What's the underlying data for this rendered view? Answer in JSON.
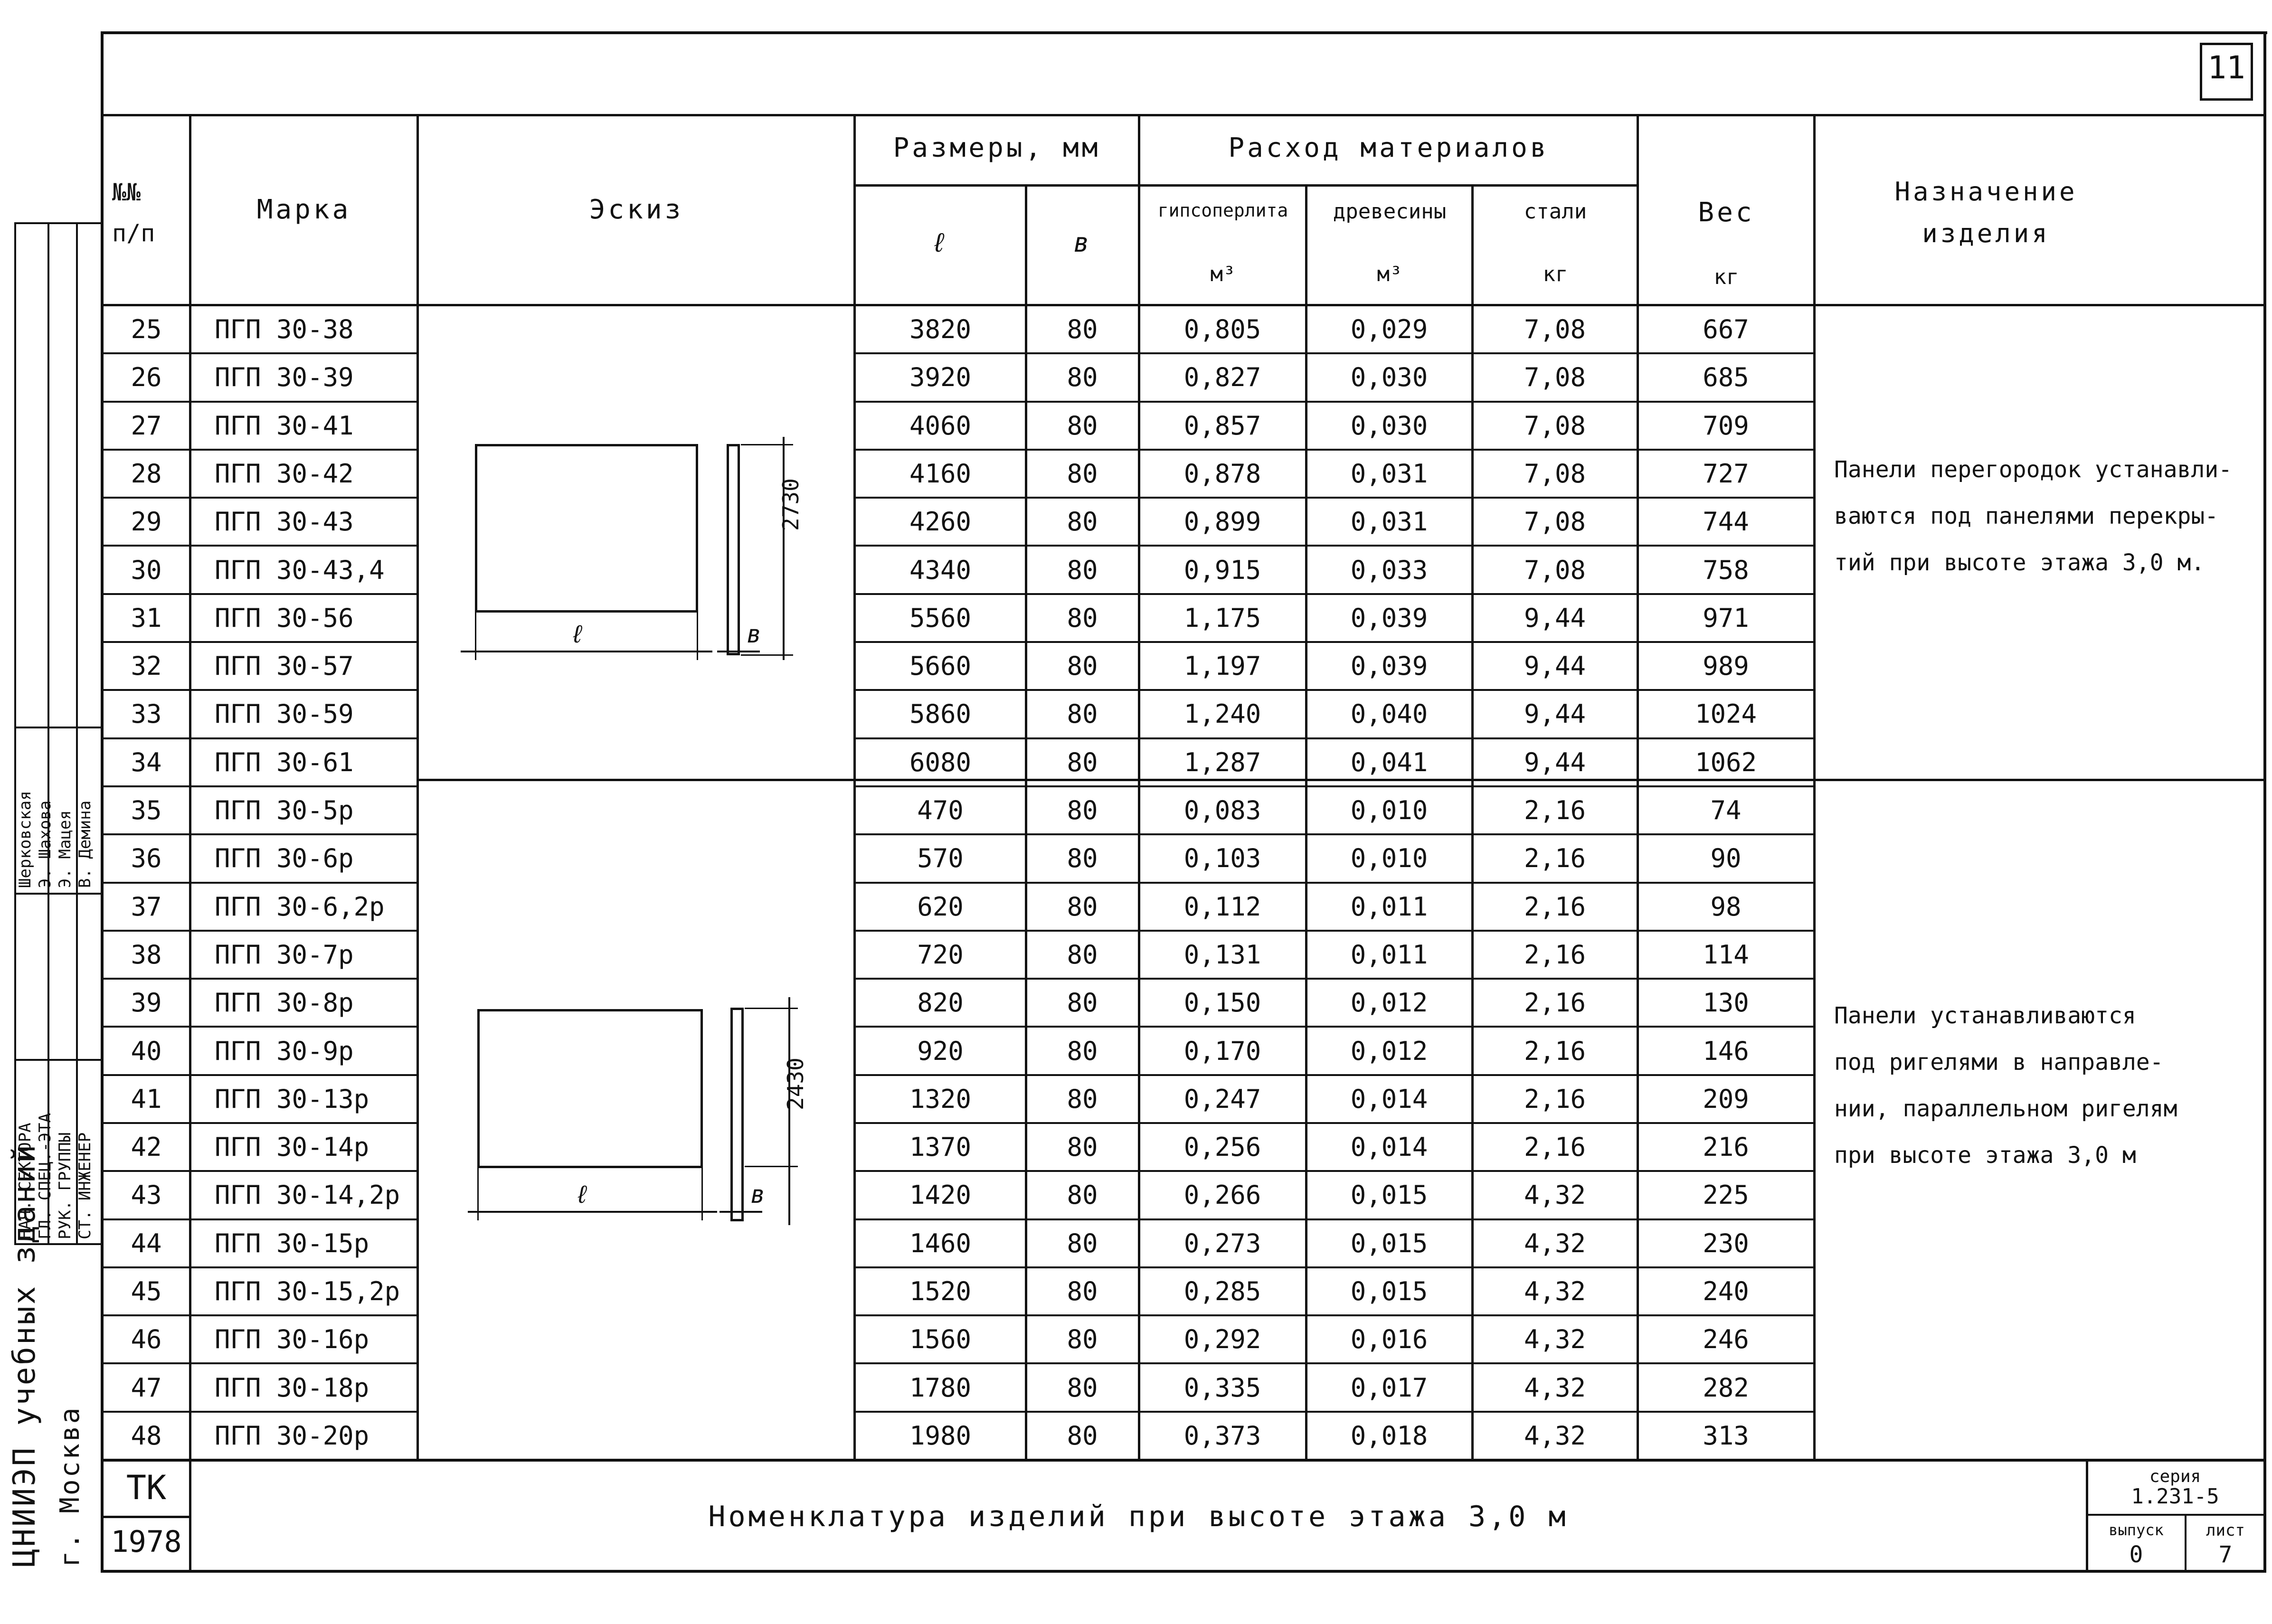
{
  "sheet": {
    "page_number": "11",
    "caption": "Номенклатура изделий при высоте этажа 3,0 м",
    "code": "ТК",
    "year": "1978",
    "series_label": "серия",
    "series_value": "1.231-5",
    "issue_label": "выпуск",
    "issue_value": "0",
    "sheet_label": "лист",
    "sheet_value": "7",
    "org": "ЦНИИЭП учебных зданий",
    "city": "г. Москва"
  },
  "stamp": {
    "roles": [
      "НАЧ. СЕКТОРА",
      "ГЛ. СПЕЦ.-ЭТА",
      "РУК. ГРУППЫ",
      "СТ. ИНЖЕНЕР"
    ],
    "names": [
      "Шерковская",
      "Э. Шахова",
      "Э. Мацея",
      "В. Демина"
    ]
  },
  "table": {
    "headers": {
      "num": "№№ п/п",
      "mark": "Марка",
      "sketch": "Эскиз",
      "sizes": "Размеры, мм",
      "len": "ℓ",
      "wid": "в",
      "materials": "Расход материалов",
      "gyps": "гипсоперлита",
      "wood": "древесины",
      "steel": "стали",
      "gyps_unit": "м³",
      "wood_unit": "м³",
      "steel_unit": "кг",
      "weight": "Вес",
      "weight_unit": "кг",
      "purpose": "Назначение изделия"
    },
    "rows": [
      {
        "num": "25",
        "mark": "ПГП 30-38",
        "l": "3820",
        "b": "80",
        "gyps": "0,805",
        "wood": "0,029",
        "steel": "7,08",
        "weight": "667"
      },
      {
        "num": "26",
        "mark": "ПГП 30-39",
        "l": "3920",
        "b": "80",
        "gyps": "0,827",
        "wood": "0,030",
        "steel": "7,08",
        "weight": "685"
      },
      {
        "num": "27",
        "mark": "ПГП 30-41",
        "l": "4060",
        "b": "80",
        "gyps": "0,857",
        "wood": "0,030",
        "steel": "7,08",
        "weight": "709"
      },
      {
        "num": "28",
        "mark": "ПГП 30-42",
        "l": "4160",
        "b": "80",
        "gyps": "0,878",
        "wood": "0,031",
        "steel": "7,08",
        "weight": "727"
      },
      {
        "num": "29",
        "mark": "ПГП 30-43",
        "l": "4260",
        "b": "80",
        "gyps": "0,899",
        "wood": "0,031",
        "steel": "7,08",
        "weight": "744"
      },
      {
        "num": "30",
        "mark": "ПГП 30-43,4",
        "l": "4340",
        "b": "80",
        "gyps": "0,915",
        "wood": "0,033",
        "steel": "7,08",
        "weight": "758"
      },
      {
        "num": "31",
        "mark": "ПГП 30-56",
        "l": "5560",
        "b": "80",
        "gyps": "1,175",
        "wood": "0,039",
        "steel": "9,44",
        "weight": "971"
      },
      {
        "num": "32",
        "mark": "ПГП 30-57",
        "l": "5660",
        "b": "80",
        "gyps": "1,197",
        "wood": "0,039",
        "steel": "9,44",
        "weight": "989"
      },
      {
        "num": "33",
        "mark": "ПГП 30-59",
        "l": "5860",
        "b": "80",
        "gyps": "1,240",
        "wood": "0,040",
        "steel": "9,44",
        "weight": "1024"
      },
      {
        "num": "34",
        "mark": "ПГП 30-61",
        "l": "6080",
        "b": "80",
        "gyps": "1,287",
        "wood": "0,041",
        "steel": "9,44",
        "weight": "1062"
      },
      {
        "num": "35",
        "mark": "ПГП 30-5р",
        "l": "470",
        "b": "80",
        "gyps": "0,083",
        "wood": "0,010",
        "steel": "2,16",
        "weight": "74"
      },
      {
        "num": "36",
        "mark": "ПГП 30-6р",
        "l": "570",
        "b": "80",
        "gyps": "0,103",
        "wood": "0,010",
        "steel": "2,16",
        "weight": "90"
      },
      {
        "num": "37",
        "mark": "ПГП 30-6,2р",
        "l": "620",
        "b": "80",
        "gyps": "0,112",
        "wood": "0,011",
        "steel": "2,16",
        "weight": "98"
      },
      {
        "num": "38",
        "mark": "ПГП 30-7р",
        "l": "720",
        "b": "80",
        "gyps": "0,131",
        "wood": "0,011",
        "steel": "2,16",
        "weight": "114"
      },
      {
        "num": "39",
        "mark": "ПГП 30-8р",
        "l": "820",
        "b": "80",
        "gyps": "0,150",
        "wood": "0,012",
        "steel": "2,16",
        "weight": "130"
      },
      {
        "num": "40",
        "mark": "ПГП 30-9р",
        "l": "920",
        "b": "80",
        "gyps": "0,170",
        "wood": "0,012",
        "steel": "2,16",
        "weight": "146"
      },
      {
        "num": "41",
        "mark": "ПГП 30-13р",
        "l": "1320",
        "b": "80",
        "gyps": "0,247",
        "wood": "0,014",
        "steel": "2,16",
        "weight": "209"
      },
      {
        "num": "42",
        "mark": "ПГП 30-14р",
        "l": "1370",
        "b": "80",
        "gyps": "0,256",
        "wood": "0,014",
        "steel": "2,16",
        "weight": "216"
      },
      {
        "num": "43",
        "mark": "ПГП 30-14,2р",
        "l": "1420",
        "b": "80",
        "gyps": "0,266",
        "wood": "0,015",
        "steel": "4,32",
        "weight": "225"
      },
      {
        "num": "44",
        "mark": "ПГП 30-15р",
        "l": "1460",
        "b": "80",
        "gyps": "0,273",
        "wood": "0,015",
        "steel": "4,32",
        "weight": "230"
      },
      {
        "num": "45",
        "mark": "ПГП 30-15,2р",
        "l": "1520",
        "b": "80",
        "gyps": "0,285",
        "wood": "0,015",
        "steel": "4,32",
        "weight": "240"
      },
      {
        "num": "46",
        "mark": "ПГП 30-16р",
        "l": "1560",
        "b": "80",
        "gyps": "0,292",
        "wood": "0,016",
        "steel": "4,32",
        "weight": "246"
      },
      {
        "num": "47",
        "mark": "ПГП 30-18р",
        "l": "1780",
        "b": "80",
        "gyps": "0,335",
        "wood": "0,017",
        "steel": "4,32",
        "weight": "282"
      },
      {
        "num": "48",
        "mark": "ПГП 30-20р",
        "l": "1980",
        "b": "80",
        "gyps": "0,373",
        "wood": "0,018",
        "steel": "4,32",
        "weight": "313"
      }
    ],
    "groups": [
      {
        "height_dim": "2730",
        "len_dim": "ℓ",
        "wid_dim": "в",
        "purpose": "Панели перегородок устанавли-\nваются под панелями перекры-\nтий при высоте этажа 3,0 м."
      },
      {
        "height_dim": "2430",
        "len_dim": "ℓ",
        "wid_dim": "в",
        "purpose": "Панели устанавливаются\nпод ригелями в направле-\nнии, параллельном ригелям\nпри высоте этажа 3,0 м"
      }
    ]
  }
}
